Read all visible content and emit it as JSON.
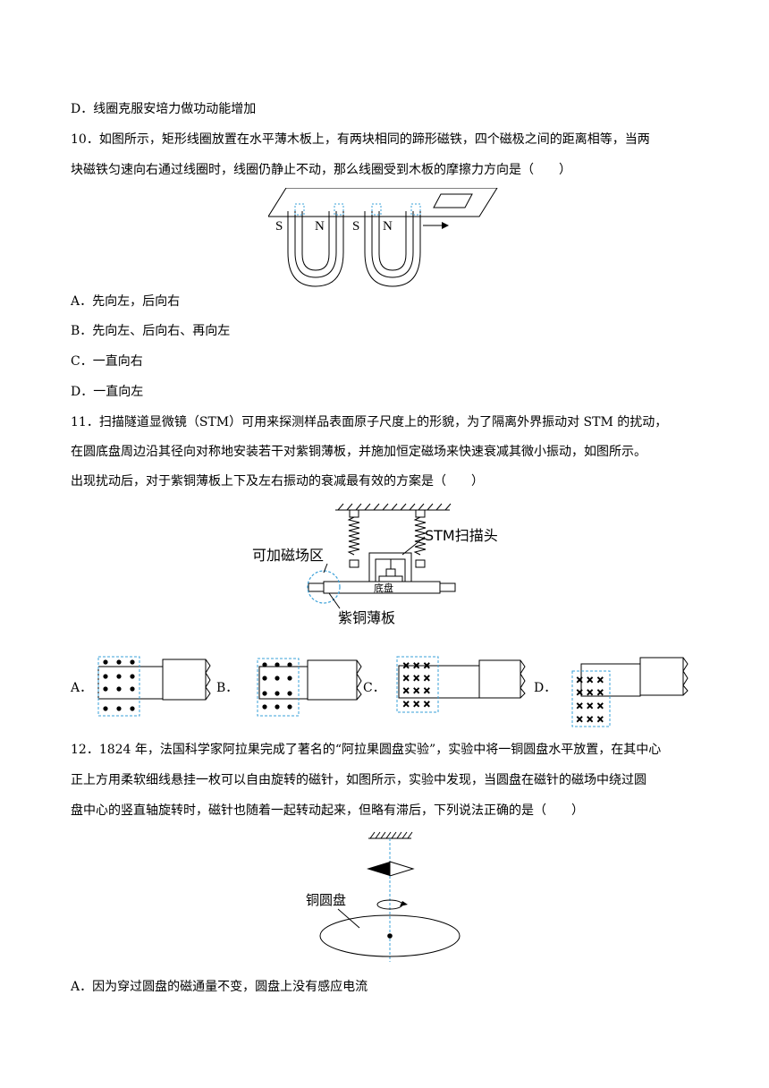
{
  "lines": {
    "q9_d": "D．线圈克服安培力做功动能增加",
    "q10_1": "10．如图所示，矩形线圈放置在水平薄木板上，有两块相同的蹄形磁铁，四个磁极之间的距离相等，当两",
    "q10_2": "块磁铁匀速向右通过线圈时，线圈仍静止不动，那么线圈受到木板的摩擦力方向是（　　）",
    "q10_a": "A．先向左，后向右",
    "q10_b": "B．先向左、后向右、再向左",
    "q10_c": "C．一直向右",
    "q10_d": "D．一直向左",
    "q11_1": "11．扫描隧道显微镜（STM）可用来探测样品表面原子尺度上的形貌，为了隔离外界振动对 STM 的扰动，",
    "q11_2": "在圆底盘周边沿其径向对称地安装若干对紫铜薄板，并施加恒定磁场来快速衰减其微小振动，如图所示。",
    "q11_3": "出现扰动后，对于紫铜薄板上下及左右振动的衰减最有效的方案是（　　）",
    "q12_1": "12．1824 年，法国科学家阿拉果完成了著名的“阿拉果圆盘实验”，实验中将一铜圆盘水平放置，在其中心",
    "q12_2": "正上方用柔软细线悬挂一枚可以自由旋转的磁针，如图所示，实验中发现，当圆盘在磁针的磁场中绕过圆",
    "q12_3": "盘中心的竖直轴旋转时，磁针也随着一起转动起来，但略有滞后，下列说法正确的是（　　）",
    "q12_a": "A．因为穿过圆盘的磁通量不变，圆盘上没有感应电流"
  },
  "fig10": {
    "poles": [
      "S",
      "N",
      "S",
      "N"
    ]
  },
  "fig11": {
    "label_head": "STM扫描头",
    "label_zone": "可加磁场区",
    "label_base": "底盘",
    "label_plate": "紫铜薄板"
  },
  "options11": {
    "a": "A．",
    "b": "B．",
    "c": "C．",
    "d": "D．"
  },
  "fig12": {
    "label_disc": "铜圆盘"
  }
}
